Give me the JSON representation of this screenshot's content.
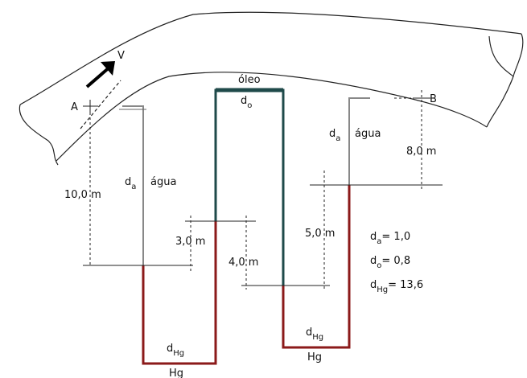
{
  "labels": {
    "point_a": "A",
    "point_b": "B",
    "velocity": "V",
    "oil_name": "óleo",
    "oil_density_symbol": "d",
    "oil_density_sub": "o",
    "water_left_d": "d",
    "water_left_sub": "a",
    "water_left_name": "água",
    "water_right_d": "d",
    "water_right_sub": "a",
    "water_right_name": "água",
    "hg_left_d": "d",
    "hg_left_sub": "Hg",
    "hg_left_name": "Hg",
    "hg_right_d": "d",
    "hg_right_sub": "Hg",
    "hg_right_name": "Hg"
  },
  "dimensions": {
    "h_10": "10,0 m",
    "h_3": "3,0 m",
    "h_4": "4,0 m",
    "h_5": "5,0 m",
    "h_8": "8,0 m"
  },
  "densities": {
    "water": {
      "symbol": "d",
      "sub": "a",
      "value": "= 1,0"
    },
    "oil": {
      "symbol": "d",
      "sub": "o",
      "value": "= 0,8"
    },
    "mercury": {
      "symbol": "d",
      "sub": "Hg",
      "value": "= 13,6"
    }
  },
  "colors": {
    "mercury": "#8b1a1a",
    "oil": "#1f4a4a",
    "water": "#888888",
    "outline": "#222222"
  }
}
